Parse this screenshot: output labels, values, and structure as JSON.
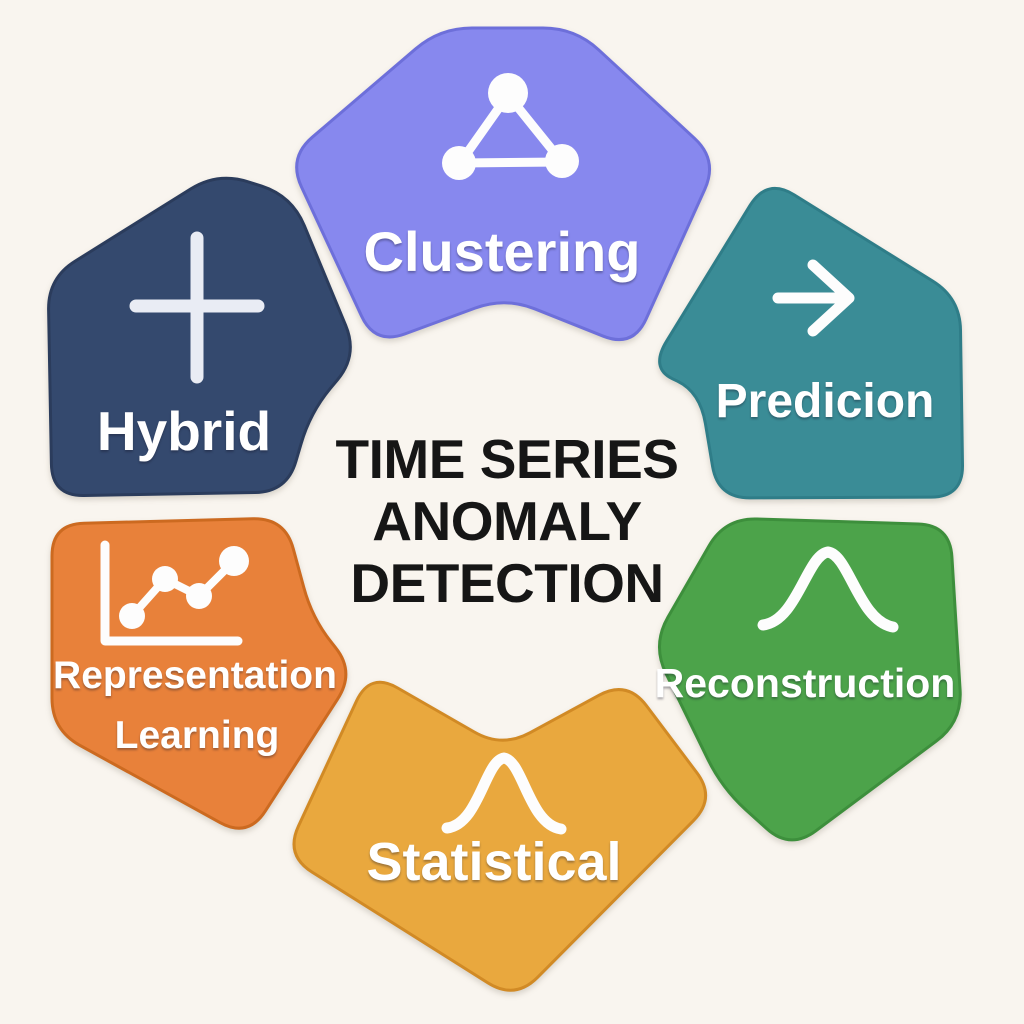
{
  "background_color": "#f9f5ef",
  "title": {
    "text": "TIME SERIES ANOMALY DETECTION",
    "lines": [
      "TIME SERIES",
      "ANOMALY",
      "DETECTION"
    ],
    "color": "#161616"
  },
  "segments": [
    {
      "id": "clustering",
      "label": "Clustering",
      "color": "#8788ee",
      "border": "#6d6fda",
      "icon": "cluster-network-icon"
    },
    {
      "id": "prediction",
      "label": "Predicion",
      "color": "#3a8c96",
      "border": "#2f7d88",
      "icon": "arrow-right-icon"
    },
    {
      "id": "reconstruction",
      "label": "Reconstruction",
      "color": "#4ca34a",
      "border": "#3d8f3c",
      "icon": "bell-curve-icon"
    },
    {
      "id": "statistical",
      "label": "Statistical",
      "color": "#e9a83e",
      "border": "#d18a25",
      "icon": "bell-curve-icon"
    },
    {
      "id": "representation-learning",
      "label": "Representation Learning",
      "lines": [
        "Representation",
        "Learning"
      ],
      "color": "#e8813a",
      "border": "#cc6a20",
      "icon": "line-chart-icon"
    },
    {
      "id": "hybrid",
      "label": "Hybrid",
      "color": "#34496e",
      "border": "#2b3c5c",
      "icon": "plus-icon"
    }
  ]
}
